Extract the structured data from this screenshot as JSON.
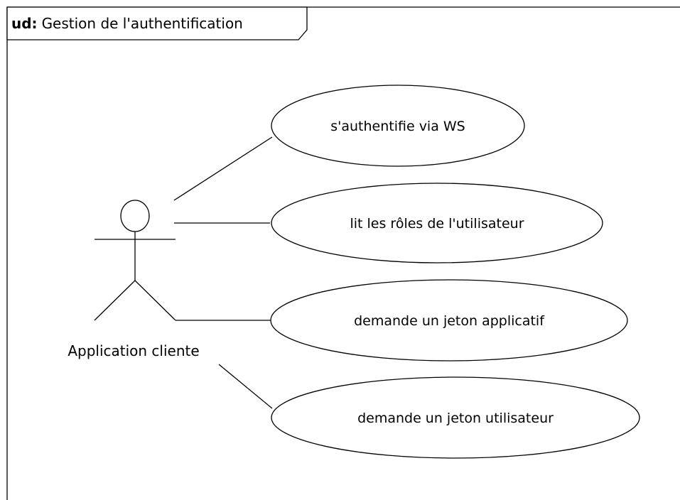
{
  "diagram": {
    "kind_keyword": "ud:",
    "title": "Gestion de l'authentification"
  },
  "actor": {
    "name": "Application cliente"
  },
  "use_cases": [
    {
      "label": "s'authentifie via WS"
    },
    {
      "label": "lit les rôles de l'utilisateur"
    },
    {
      "label": "demande un jeton applicatif"
    },
    {
      "label": "demande un jeton utilisateur"
    }
  ],
  "colors": {
    "stroke": "#000000",
    "background": "#ffffff"
  }
}
